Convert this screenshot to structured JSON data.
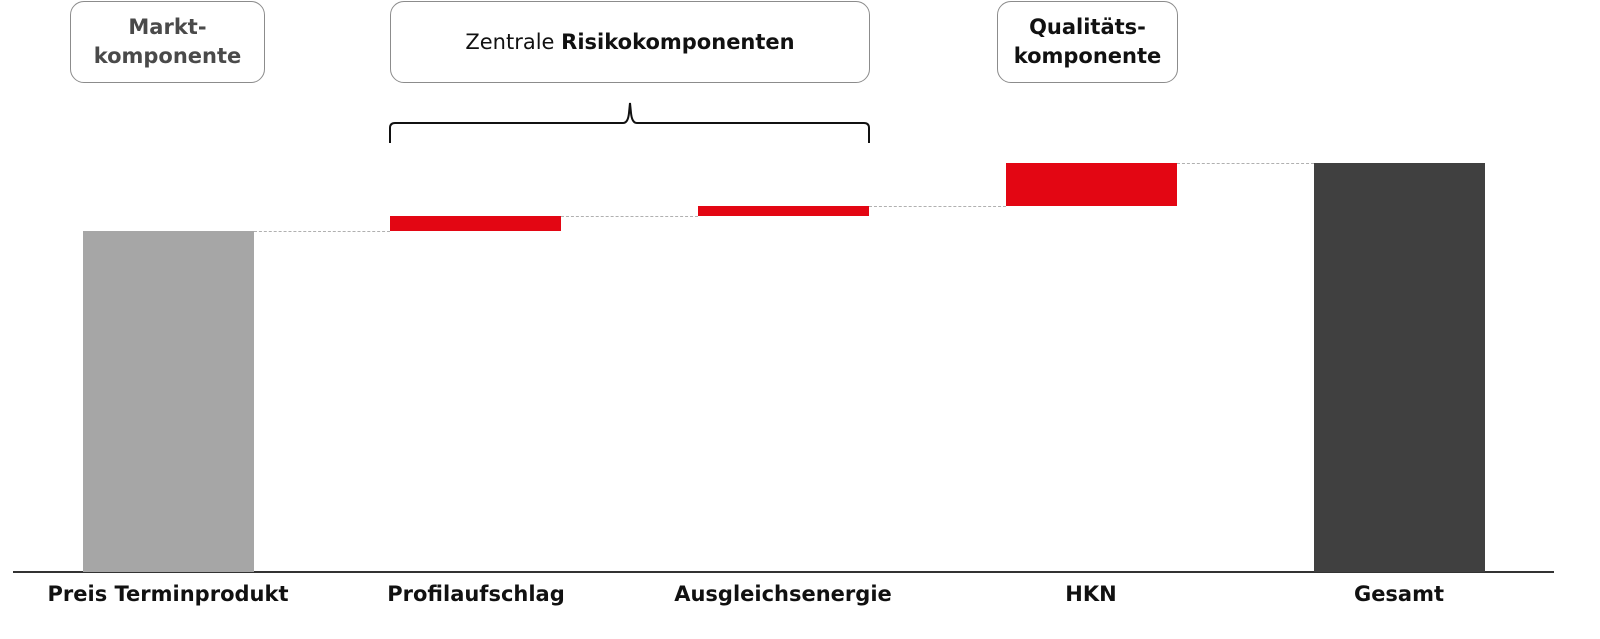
{
  "annotations": {
    "market": {
      "line1": "Markt-",
      "line2": "komponente"
    },
    "risk": {
      "normal": "Zentrale ",
      "bold": "Risikokomponenten"
    },
    "quality": {
      "line1": "Qualitäts-",
      "line2": "komponente"
    }
  },
  "colors": {
    "base": "#A6A6A6",
    "increment": "#E30613",
    "total": "#404040",
    "connector": "#B0B0B0",
    "axis": "#333333"
  },
  "chart_data": {
    "type": "bar",
    "subtype": "waterfall",
    "title": "",
    "xlabel": "",
    "ylabel": "",
    "categories": [
      "Preis Terminprodukt",
      "Profilaufschlag",
      "Ausgleichsenergie",
      "HKN",
      "Gesamt"
    ],
    "values": [
      100,
      4.4,
      2.9,
      12.6,
      119.9
    ],
    "bar_kind": [
      "base",
      "increment",
      "increment",
      "increment",
      "total"
    ],
    "cumulative_top": [
      100,
      104.4,
      107.3,
      119.9,
      119.9
    ],
    "grid": false,
    "legend": null,
    "value_note": "Relative values estimated from bar heights (Preis Terminprodukt = 100); no axis ticks shown",
    "groupings": [
      {
        "label": "Marktkomponente",
        "covers": [
          "Preis Terminprodukt"
        ]
      },
      {
        "label": "Zentrale Risikokomponenten",
        "covers": [
          "Profilaufschlag",
          "Ausgleichsenergie"
        ]
      },
      {
        "label": "Qualitätskomponente",
        "covers": [
          "HKN"
        ]
      }
    ]
  }
}
